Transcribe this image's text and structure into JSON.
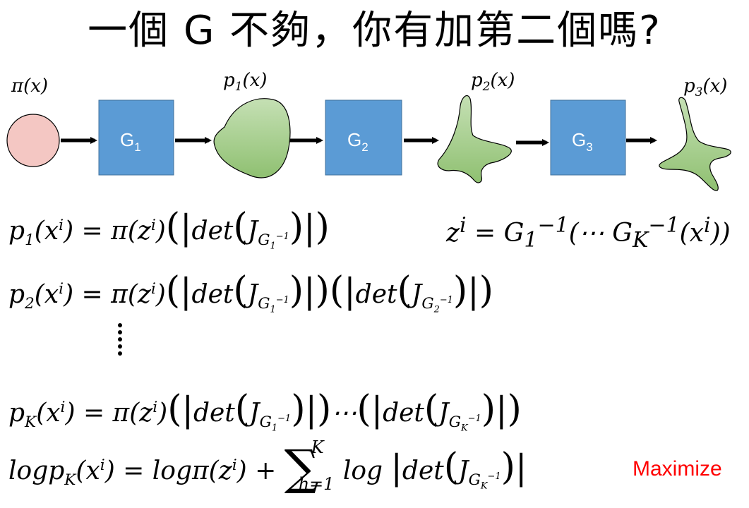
{
  "title": "一個 G 不夠，你有加第二個嗎?",
  "flow": {
    "input_label": "π(x)",
    "generators": [
      "G1",
      "G2",
      "G3"
    ],
    "output_labels": [
      "p1(x)",
      "p2(x)",
      "p3(x)"
    ]
  },
  "equations": {
    "eq1": "p1(x^i) = π(z^i)(|det(J_{G1^-1})|)",
    "eq1_side": "z^i = G1^-1(⋯ GK^-1(x^i))",
    "eq2": "p2(x^i) = π(z^i)(|det(J_{G1^-1})|)(|det(J_{G2^-1})|)",
    "eq3": "pK(x^i) = π(z^i)(|det(J_{G1^-1})|)⋯(|det(J_{GK^-1})|)",
    "eq4": "log pK(x^i) = log π(z^i) + Σ_{h=1}^{K} log |det(J_{GK^-1})|"
  },
  "maximize_label": "Maximize",
  "colors": {
    "generator_box": "#5b9bd5",
    "input_circle": "#f4c7c3",
    "distribution_fill": "#a9d18e",
    "maximize": "#ff0000"
  }
}
